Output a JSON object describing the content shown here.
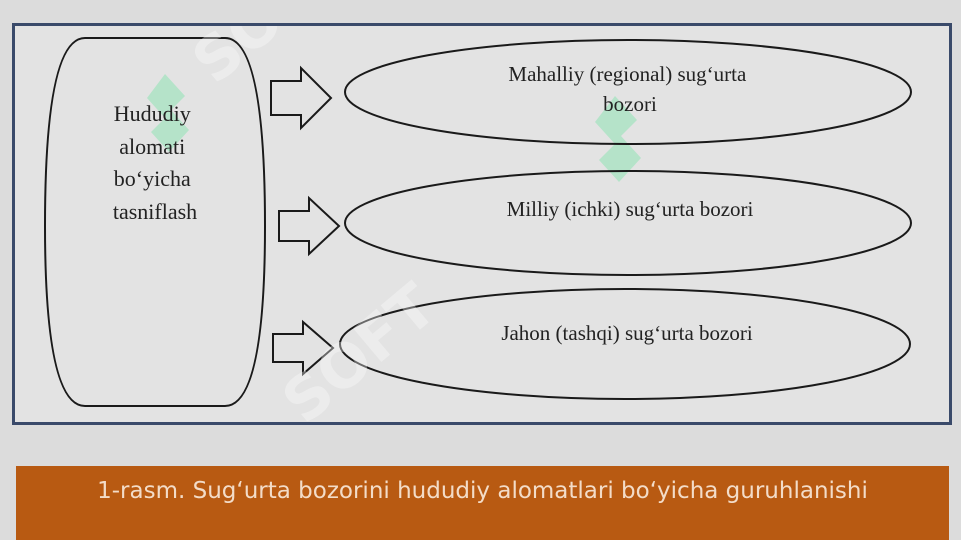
{
  "diagram": {
    "source_node": {
      "lines": [
        "Hududiy",
        "alomati",
        "bo‘yicha",
        "tasniflash"
      ]
    },
    "targets": [
      {
        "lines": [
          "Mahalliy (regional) sug‘urta",
          "bozori"
        ]
      },
      {
        "lines": [
          "Milliy (ichki) sug‘urta bozori"
        ]
      },
      {
        "lines": [
          "Jahon (tashqi) sug‘urta bozori"
        ]
      }
    ]
  },
  "caption": "1-rasm. Sug‘urta bozorini hududiy alomatlari bo‘yicha guruhlanishi",
  "watermark": {
    "text": "SOFT",
    "color": "#ffffff"
  },
  "colors": {
    "caption_bg": "#b85a12",
    "frame_border": "#3a4a6a",
    "watermark_green": "#8fe3b4"
  }
}
